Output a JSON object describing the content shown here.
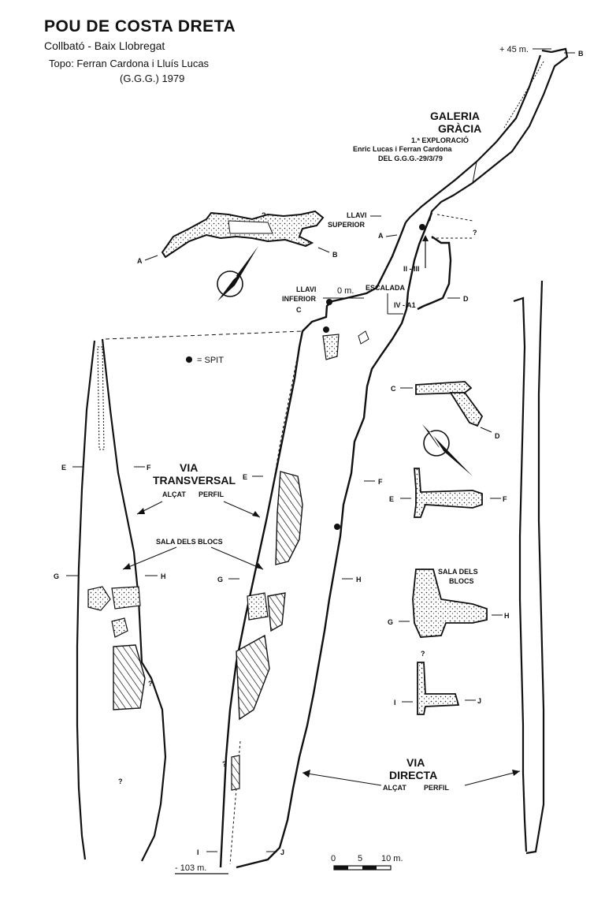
{
  "header": {
    "title": "POU DE COSTA DRETA",
    "location": "Collbató - Baix Llobregat",
    "topo": "Topo: Ferran Cardona i Lluís Lucas",
    "group_year": "(G.G.G.)    1979"
  },
  "galeria": {
    "name_1": "GALERIA",
    "name_2": "GRÀCIA",
    "exploration": "1.ª EXPLORACIÓ",
    "explorers": "Enric Lucas i Ferran Cardona",
    "club_date": "DEL G.G.G.-29/3/79"
  },
  "depths": {
    "top": "+ 45 m.",
    "zero": "0 m.",
    "bottom": "- 103 m."
  },
  "labels": {
    "llavi_superior_1": "LLAVI",
    "llavi_superior_2": "SUPERIOR",
    "llavi_inferior_1": "LLAVI",
    "llavi_inferior_2": "INFERIOR",
    "escalada": "ESCALADA",
    "grade_upper": "II - III",
    "grade_lower": "IV - A1",
    "spit": "= SPIT",
    "via_transversal_1": "VIA",
    "via_transversal_2": "TRANSVERSAL",
    "alcat": "ALÇAT",
    "perfil": "PERFIL",
    "sala_dels_blocs": "SALA DELS BLOCS",
    "sala_1": "SALA DELS",
    "sala_2": "BLOCS",
    "via_directa_1": "VIA",
    "via_directa_2": "DIRECTA",
    "question": "?"
  },
  "section_letters": {
    "a": "A",
    "b": "B",
    "c": "C",
    "d": "D",
    "e": "E",
    "f": "F",
    "g": "G",
    "h": "H",
    "i": "I",
    "j": "J"
  },
  "scale": {
    "t0": "0",
    "t5": "5",
    "t10": "10 m."
  }
}
